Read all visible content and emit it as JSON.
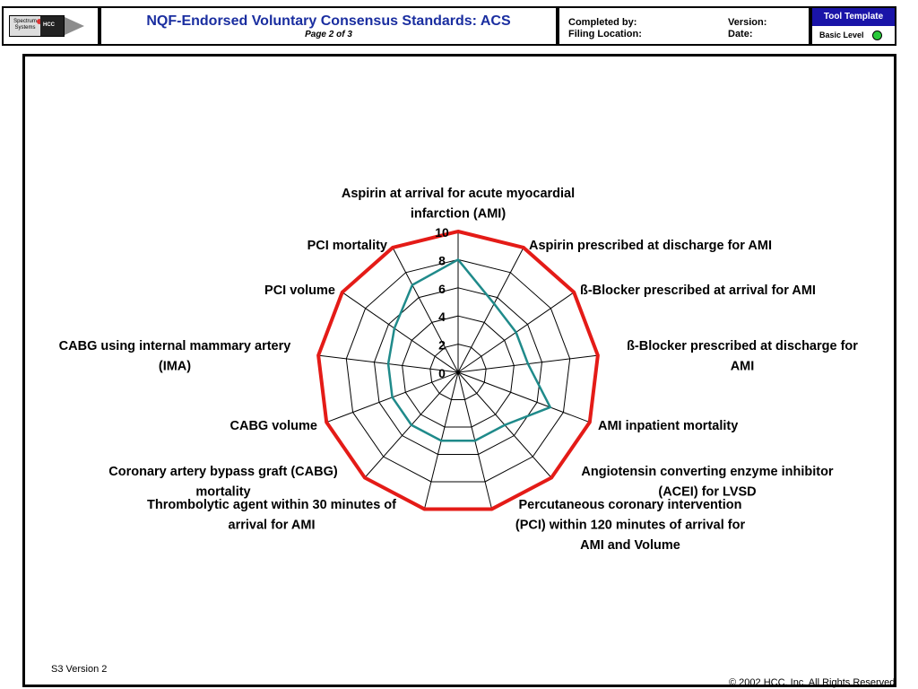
{
  "header": {
    "logo": {
      "text_left": "Spectrum Systems",
      "text_right": "HCC"
    },
    "title": "NQF-Endorsed Voluntary Consensus Standards: ACS",
    "page_label": "Page 2 of 3",
    "completed_by_label": "Completed by:",
    "filing_location_label": "Filing Location:",
    "version_label": "Version:",
    "date_label": "Date:",
    "tool_template_label": "Tool Template",
    "basic_level_label": "Basic Level",
    "colors": {
      "title": "#1a2ea0",
      "tool_template_bg": "#1a14a8",
      "basic_level_dot": "#29c93a"
    }
  },
  "chart_data": {
    "type": "radar",
    "categories": [
      "Aspirin at arrival for acute myocardial infarction (AMI)",
      "Aspirin prescribed at discharge for AMI",
      "ß-Blocker prescribed at arrival for AMI",
      "ß-Blocker prescribed at discharge for AMI",
      "AMI inpatient mortality",
      "Angiotensin converting enzyme inhibitor (ACEI) for LVSD",
      "Percutaneous coronary intervention (PCI) within 120 minutes of arrival for AMI and Volume",
      "Thrombolytic agent within 30 minutes of arrival for AMI",
      "Coronary artery bypass graft (CABG) mortality",
      "CABG volume",
      "CABG using internal mammary artery (IMA)",
      "PCI volume",
      "PCI mortality"
    ],
    "series": [
      {
        "values": [
          10,
          10,
          10,
          10,
          10,
          10,
          10,
          10,
          10,
          10,
          10,
          10,
          10
        ],
        "color": "#e41b17"
      },
      {
        "values": [
          8,
          5.5,
          5,
          5,
          7,
          5,
          5,
          5,
          5,
          5,
          5,
          5.5,
          7
        ],
        "color": "#1f8a8a"
      }
    ],
    "rlim": [
      0,
      10
    ],
    "ticks": [
      "0",
      "2",
      "4",
      "6",
      "8",
      "10"
    ],
    "tick_values": [
      0,
      2,
      4,
      6,
      8,
      10
    ],
    "grid": true
  },
  "footer": {
    "version": "S3 Version 2",
    "copyright": "© 2002 HCC, Inc. All Rights Reserved"
  }
}
